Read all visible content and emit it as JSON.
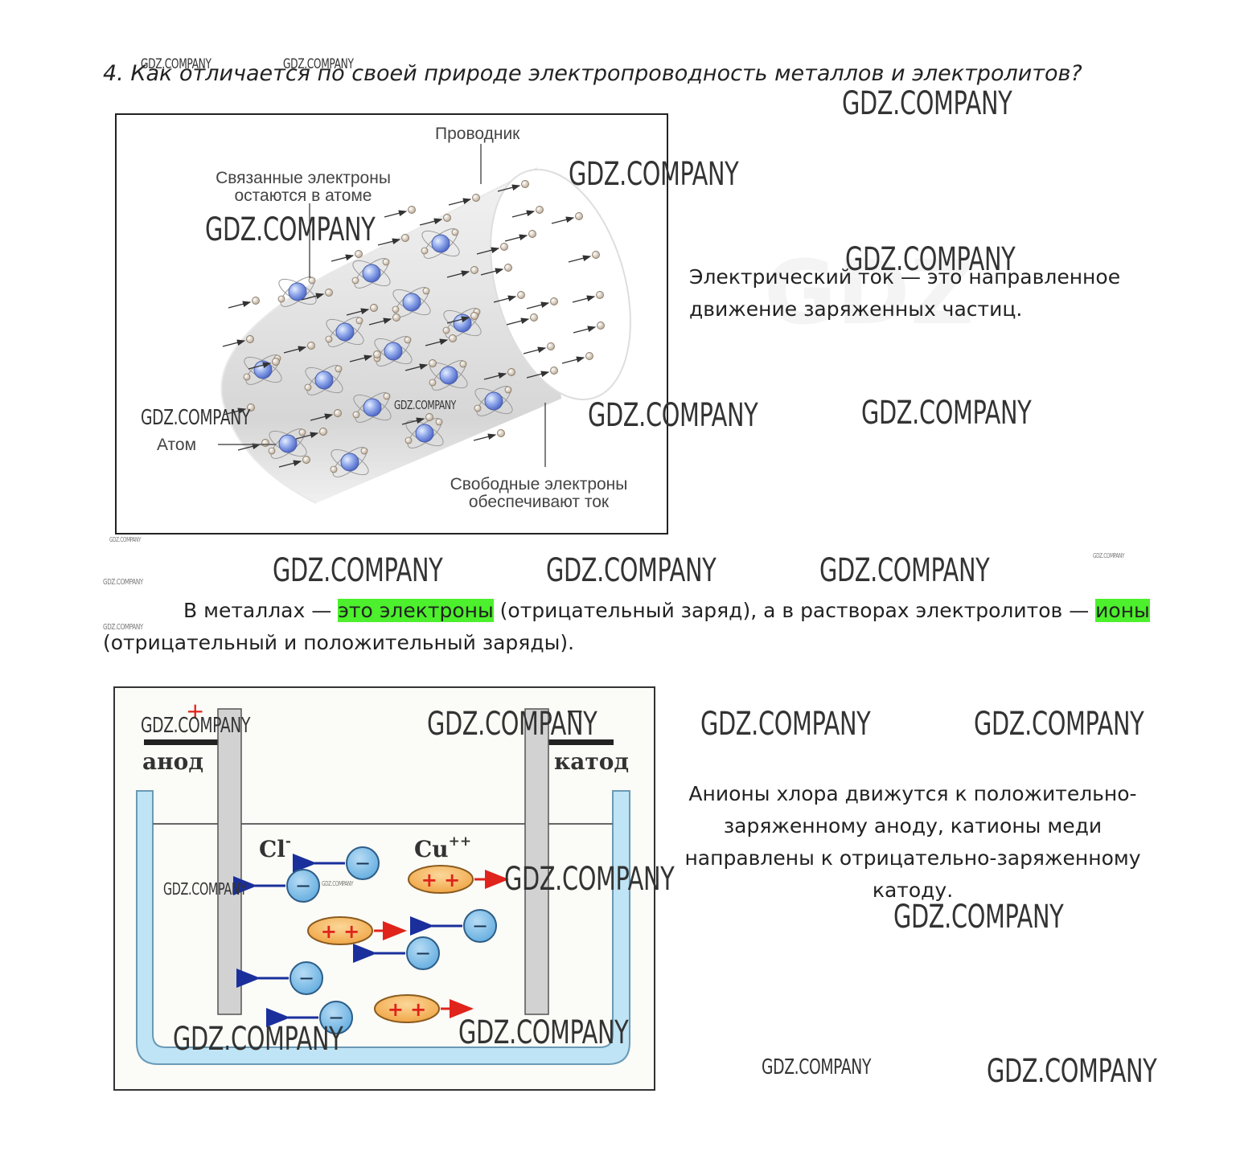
{
  "question": "4. Как отличается по своей природе электропроводность металлов и электролитов?",
  "figure1": {
    "labels": {
      "conductor": "Проводник",
      "bound_electrons_line1": "Связанные электроны",
      "bound_electrons_line2": "остаются в атоме",
      "atom": "Атом",
      "free_electrons_line1": "Свободные электроны",
      "free_electrons_line2": "обеспечивают ток"
    }
  },
  "definition": {
    "line1": "Электрический ток — это направленное",
    "line2": "движение заряженных частиц."
  },
  "answer": {
    "part1": "В металлах — ",
    "highlight1": "это электроны",
    "part2": " (отрицательный заряд), а в растворах электролитов — ",
    "highlight2": "ионы",
    "line2": "(отрицательный и положительный заряды)."
  },
  "figure2": {
    "anode_sign": "+",
    "cathode_sign": "−",
    "anode": "анод",
    "cathode": "катод",
    "cl_ion": "Cl",
    "cl_charge": "-",
    "cu_ion": "Cu",
    "cu_charge": "++",
    "minus": "−",
    "plusplus": "+ +"
  },
  "explanation": {
    "line1": "Анионы хлора движутся к положительно-",
    "line2": "заряженному аноду, катионы меди",
    "line3": "направлены к отрицательно-заряженному",
    "line4": "катоду."
  },
  "watermark": "GDZ.COMPANY",
  "colors": {
    "highlight": "#4cf02c",
    "electrolyte": "#bfe4f5",
    "anion": "#7cc0ea",
    "cation": "#f5a84a",
    "anion_arrow": "#1a2f9c",
    "cation_arrow": "#e0231b"
  }
}
